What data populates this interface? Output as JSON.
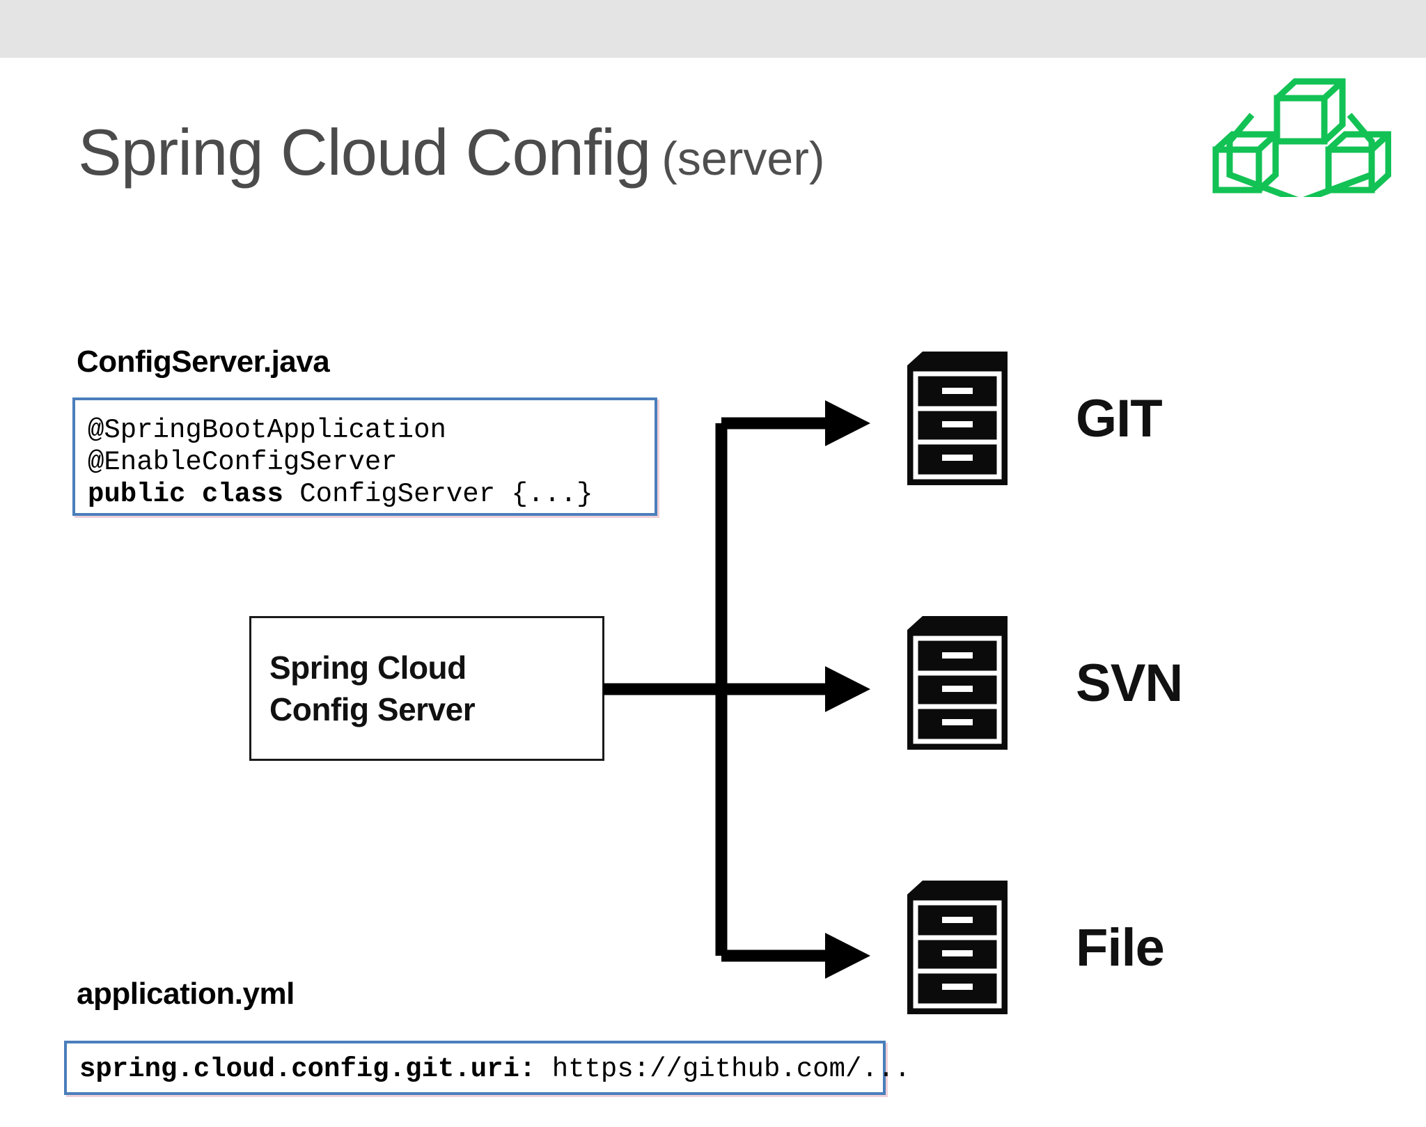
{
  "window": {
    "chrome_bar": ""
  },
  "slide": {
    "title_main": "Spring Cloud Config",
    "title_sub": "(server)",
    "logo_name": "microservices-cubes-logo",
    "accent_green": "#12c254",
    "title_color": "#4b4b4b",
    "code_border_color": "#4a7ebb"
  },
  "java_section": {
    "label": "ConfigServer.java",
    "code_lines": [
      {
        "text": "@SpringBootApplication",
        "bold": false
      },
      {
        "text": "@EnableConfigServer",
        "bold": false
      }
    ],
    "code_line_3_keyword": "public class",
    "code_line_3_rest": " ConfigServer {...}"
  },
  "yml_section": {
    "label": "application.yml",
    "code_key": "spring.cloud.config.git.uri:",
    "code_value": " https://github.com/..."
  },
  "server_box": {
    "line1": "Spring Cloud",
    "line2": "Config Server"
  },
  "repositories": [
    {
      "label": "GIT",
      "icon": "filing-cabinet-icon"
    },
    {
      "label": "SVN",
      "icon": "filing-cabinet-icon"
    },
    {
      "label": "File",
      "icon": "filing-cabinet-icon"
    }
  ],
  "arrows": {
    "count": 3,
    "description": "Spring Cloud Config Server fans out to GIT, SVN and File backends"
  }
}
